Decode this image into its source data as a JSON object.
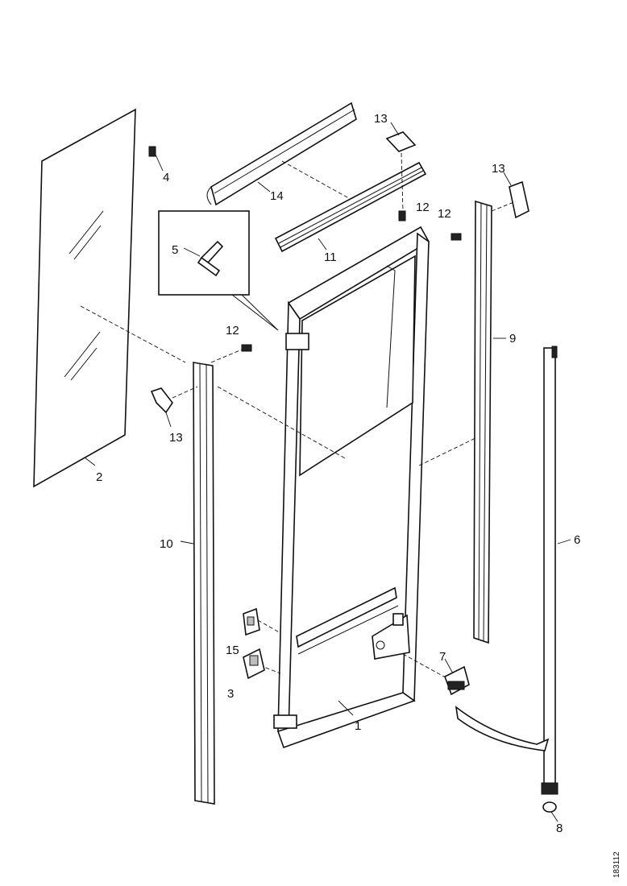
{
  "labels": {
    "p1": "1",
    "p2": "2",
    "p3": "3",
    "p4": "4",
    "p5": "5",
    "p6": "6",
    "p7": "7",
    "p8": "8",
    "p9": "9",
    "p10": "10",
    "p11": "11",
    "p12_top": "12",
    "p12_right": "12",
    "p12_left": "12",
    "p13_top": "13",
    "p13_right": "13",
    "p13_left": "13",
    "p14": "14",
    "p15": "15"
  },
  "doc_id": "183112"
}
